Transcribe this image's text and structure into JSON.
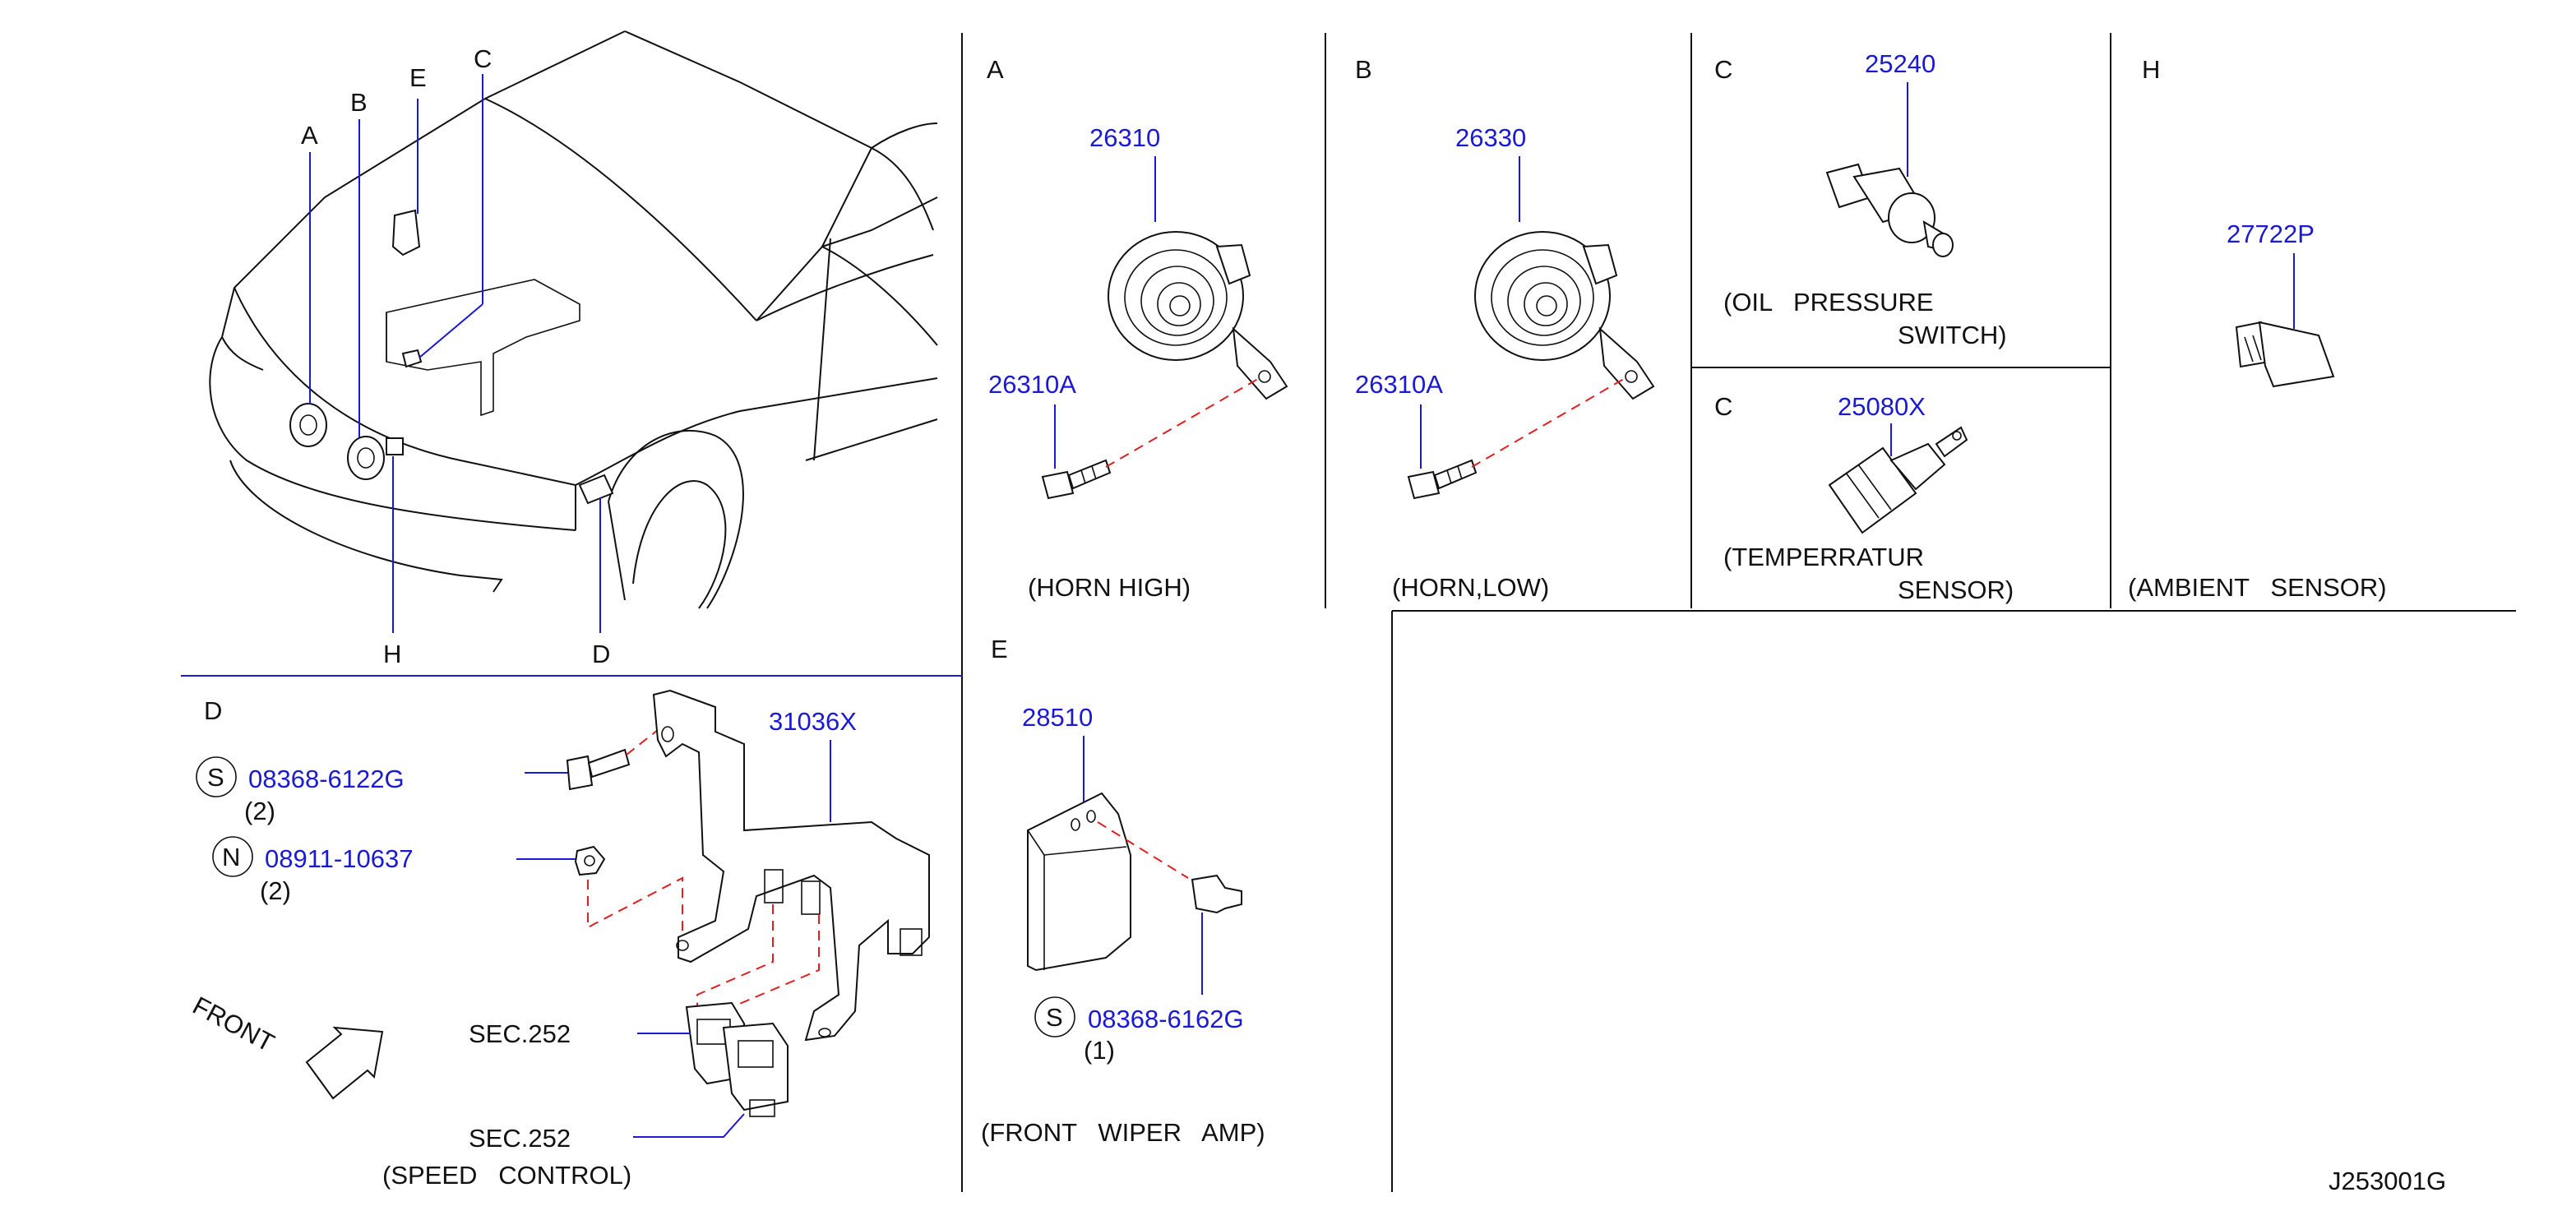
{
  "overview": {
    "letters": {
      "a": "A",
      "b": "B",
      "e": "E",
      "c": "C",
      "d": "D",
      "h": "H"
    }
  },
  "panels": {
    "a": {
      "letter": "A",
      "part_main": "26310",
      "part_bolt": "26310A",
      "caption": "(HORN HIGH)"
    },
    "b": {
      "letter": "B",
      "part_main": "26330",
      "part_bolt": "26310A",
      "caption": "(HORN,LOW)"
    },
    "c1": {
      "letter": "C",
      "part": "25240",
      "caption_line1": "(OIL   PRESSURE",
      "caption_line2": "SWITCH)"
    },
    "c2": {
      "letter": "C",
      "part": "25080X",
      "caption_line1": "(TEMPERRATUR",
      "caption_line2": "SENSOR)"
    },
    "h": {
      "letter": "H",
      "part": "27722P",
      "caption": "(AMBIENT   SENSOR)"
    },
    "d": {
      "letter": "D",
      "bracket_part": "31036X",
      "screw_symbol": "S",
      "screw_part": "08368-6122G",
      "screw_qty": "(2)",
      "nut_symbol": "N",
      "nut_part": "08911-10637",
      "nut_qty": "(2)",
      "front_label": "FRONT",
      "sec_label_1": "SEC.252",
      "sec_label_2": "SEC.252",
      "sec_caption_2": "(SPEED   CONTROL)"
    },
    "e": {
      "letter": "E",
      "part_main": "28510",
      "screw_symbol": "S",
      "screw_part": "08368-6162G",
      "screw_qty": "(1)",
      "caption": "(FRONT   WIPER   AMP)"
    }
  },
  "drawing_code": "J253001G",
  "colors": {
    "part_number": "#1a1ad4",
    "dashed_leader": "#e02020",
    "line": "#111111"
  }
}
